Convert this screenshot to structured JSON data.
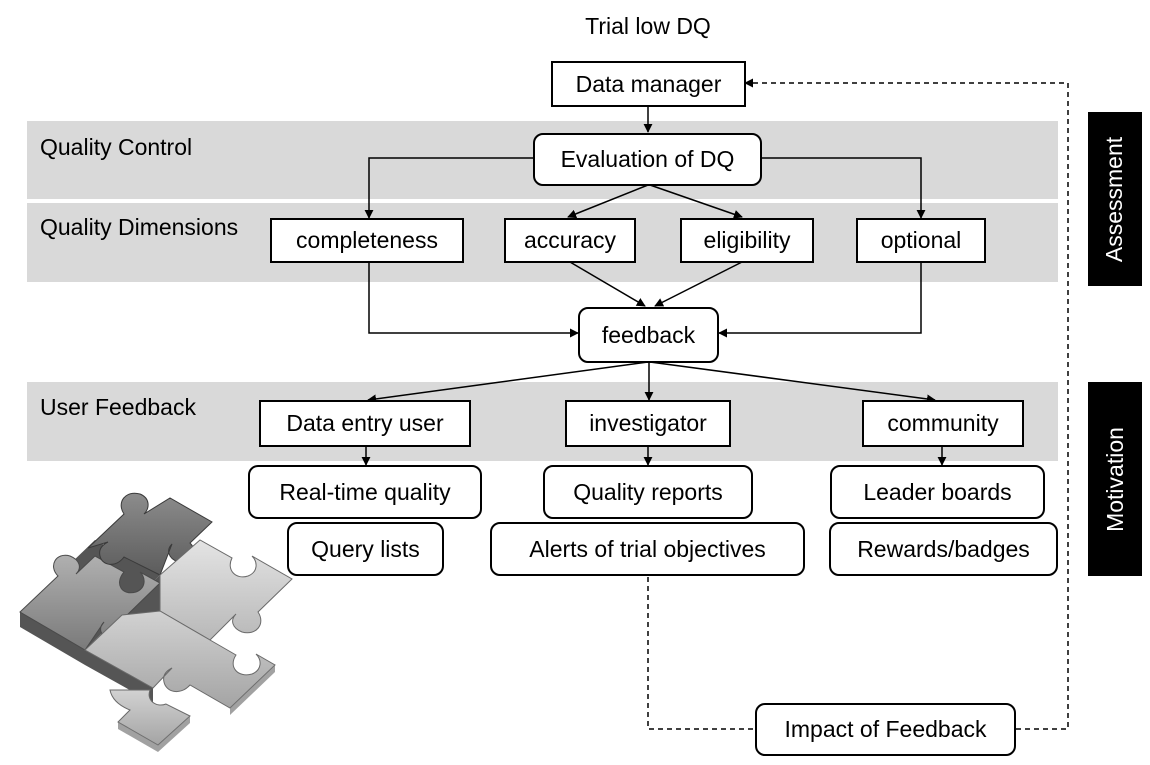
{
  "title": "Trial low DQ",
  "bands": {
    "quality_control": "Quality Control",
    "quality_dimensions": "Quality Dimensions",
    "user_feedback": "User Feedback"
  },
  "nodes": {
    "data_manager": "Data manager",
    "evaluation": "Evaluation of DQ",
    "completeness": "completeness",
    "accuracy": "accuracy",
    "eligibility": "eligibility",
    "optional": "optional",
    "feedback": "feedback",
    "data_entry_user": "Data entry user",
    "investigator": "investigator",
    "community": "community",
    "realtime_quality": "Real-time quality",
    "query_lists": "Query lists",
    "quality_reports": "Quality reports",
    "alerts": "Alerts of trial objectives",
    "leader_boards": "Leader boards",
    "rewards": "Rewards/badges",
    "impact": "Impact of Feedback"
  },
  "side_labels": {
    "assessment": "Assessment",
    "motivation": "Motivation"
  },
  "colors": {
    "band": "#d9d9d9",
    "side_label_bg": "#000000",
    "line": "#000000"
  },
  "decoration": "puzzle-pieces-image"
}
